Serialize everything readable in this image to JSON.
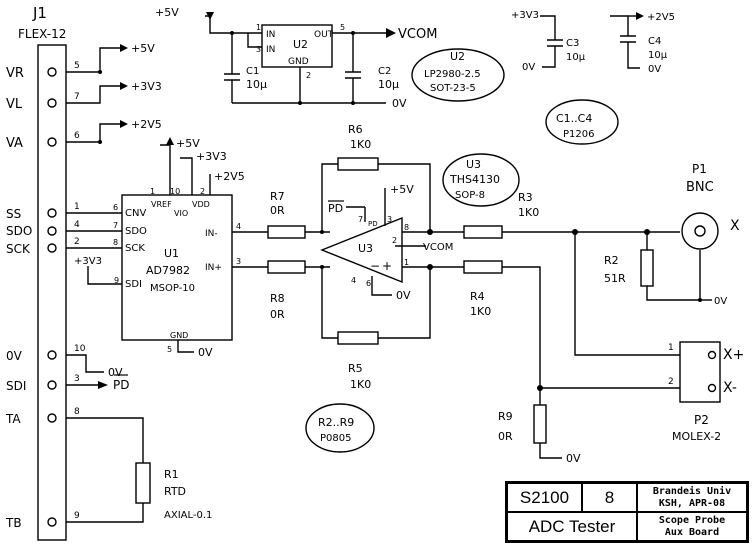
{
  "connector_j1": {
    "ref": "J1",
    "type": "FLEX-12",
    "signals": [
      "VR",
      "VL",
      "VA",
      "SS",
      "SDO",
      "SCK",
      "0V",
      "SDI",
      "TA",
      "TB"
    ],
    "pins": [
      "5",
      "7",
      "6",
      "1",
      "4",
      "2",
      "10",
      "3",
      "8",
      "9"
    ]
  },
  "rails": {
    "p5v": "+5V",
    "p3v3": "+3V3",
    "p2v5": "+2V5",
    "gnd": "0V",
    "vcom": "VCOM"
  },
  "u2": {
    "ref": "U2",
    "pin_in": "IN",
    "pin_out": "OUT",
    "pin_gnd": "GND",
    "pin_nums": [
      "1",
      "3",
      "5",
      "2"
    ],
    "part_line1": "LP2980-2.5",
    "part_line2": "SOT-23-5"
  },
  "caps": {
    "c1": "C1",
    "c1_val": "10µ",
    "c2": "C2",
    "c2_val": "10µ",
    "c3": "C3",
    "c3_val": "10µ",
    "c4": "C4",
    "c4_val": "10µ",
    "note": "C1..C4",
    "note_pkg": "P1206"
  },
  "u1": {
    "ref": "U1",
    "part": "AD7982",
    "pkg": "MSOP-10",
    "pins_left": [
      "CNV",
      "SDO",
      "SCK",
      "SDI"
    ],
    "pins_top": [
      "VREF",
      "VIO",
      "VDD"
    ],
    "pin_in_neg": "IN-",
    "pin_in_pos": "IN+",
    "pin_gnd": "GND",
    "pin_nums": [
      "6",
      "7",
      "8",
      "9",
      "1",
      "10",
      "2",
      "4",
      "3",
      "5"
    ]
  },
  "u3": {
    "ref": "U3",
    "part": "THS4130",
    "pkg": "SOP-8",
    "pd": "PD",
    "pin_nums": [
      "7",
      "3",
      "8",
      "4",
      "1",
      "6",
      "2"
    ],
    "vcom_label": "VCOM"
  },
  "resistors": {
    "r6": "R6",
    "r6_val": "1K0",
    "r7": "R7",
    "r7_val": "0R",
    "r8": "R8",
    "r8_val": "0R",
    "r5": "R5",
    "r5_val": "1K0",
    "r3": "R3",
    "r3_val": "1K0",
    "r4": "R4",
    "r4_val": "1K0",
    "r2": "R2",
    "r2_val": "51R",
    "r9": "R9",
    "r9_val": "0R",
    "r1": "R1",
    "r1_val": "RTD",
    "r1_pkg": "AXIAL-0.1",
    "note": "R2..R9",
    "note_pkg": "P0805"
  },
  "p1": {
    "ref": "P1",
    "type": "BNC",
    "net": "X"
  },
  "p2": {
    "ref": "P2",
    "type": "MOLEX-2",
    "pin1": "1",
    "pin2": "2",
    "net1": "X+",
    "net2": "X-"
  },
  "pd_net": "PD",
  "title_block": {
    "project": "S2100",
    "sheet": "8",
    "org": "Brandeis Univ",
    "author_date": "KSH, APR-08",
    "title": "ADC Tester",
    "subtitle_1": "Scope Probe",
    "subtitle_2": "Aux Board"
  }
}
